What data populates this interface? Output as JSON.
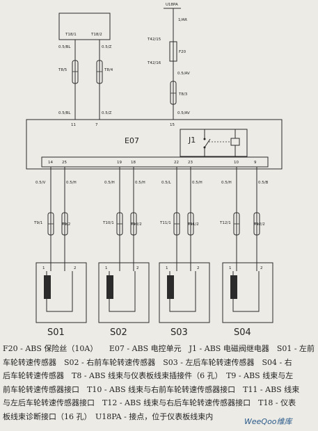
{
  "diagram": {
    "top_box_pins": [
      "T18/1",
      "T18/2"
    ],
    "u18pa": "U18PA",
    "wire_1ar": "1/AR",
    "fuse": {
      "name": "F20",
      "top_pin": "T42/15",
      "bottom_pin": "T42/16"
    },
    "left_wires": {
      "w1_top": "0.5/BL",
      "w2_top": "0.5/Z",
      "w1_bottom": "0.5/BL",
      "w2_bottom": "0.5/Z",
      "conn1": "T8/5",
      "conn2": "T8/4"
    },
    "right_wire": {
      "top": "0.5/AV",
      "conn": "T8/3",
      "bottom": "0.5/AV"
    },
    "e07_pins_top": [
      "11",
      "7",
      "15"
    ],
    "e07_label": "E07",
    "relay_label": "J1",
    "e07_pins_bottom": [
      "14",
      "25",
      "19",
      "18",
      "22",
      "23",
      "10",
      "9"
    ],
    "sensor_wires": [
      "0.5/V",
      "0.5/H",
      "0.5/H",
      "0.5/H",
      "0.5/L",
      "0.5/H",
      "0.5/H",
      "0.5/B"
    ],
    "sensor_connectors": [
      "T9/1",
      "T9/2",
      "T10/1",
      "T10/2",
      "T11/1",
      "T11/2",
      "T12/1",
      "T12/2"
    ],
    "sensor_pin_numbers": [
      "1",
      "2"
    ],
    "sensors": [
      "S01",
      "S02",
      "S03",
      "S04"
    ]
  },
  "legend": {
    "lines": [
      "F20 - ABS 保险丝（10A）　　E07 - ABS 电控单元　J1 - ABS 电磁阀继电器　S01 - 左前",
      "车轮转速传感器　S02 - 右前车轮转速传感器　S03 - 左后车轮转速传感器　S04 - 右",
      "后车轮转速传感器　T8 - ABS 线束与仪表板线束插接件（6 孔）　T9 - ABS 线束与左",
      "前车轮转速传感器接口　T10 - ABS 线束与右前车轮转速传感器接口　T11 - ABS 线束",
      "与左后车轮转速传感器接口　T12 - ABS 线束与右后车轮转速传感器接口　T18 - 仪表",
      "板线束诊断接口（16 孔）　U18PA - 接点，位于仪表板线束内"
    ]
  },
  "watermark": "WeeQoo维库"
}
